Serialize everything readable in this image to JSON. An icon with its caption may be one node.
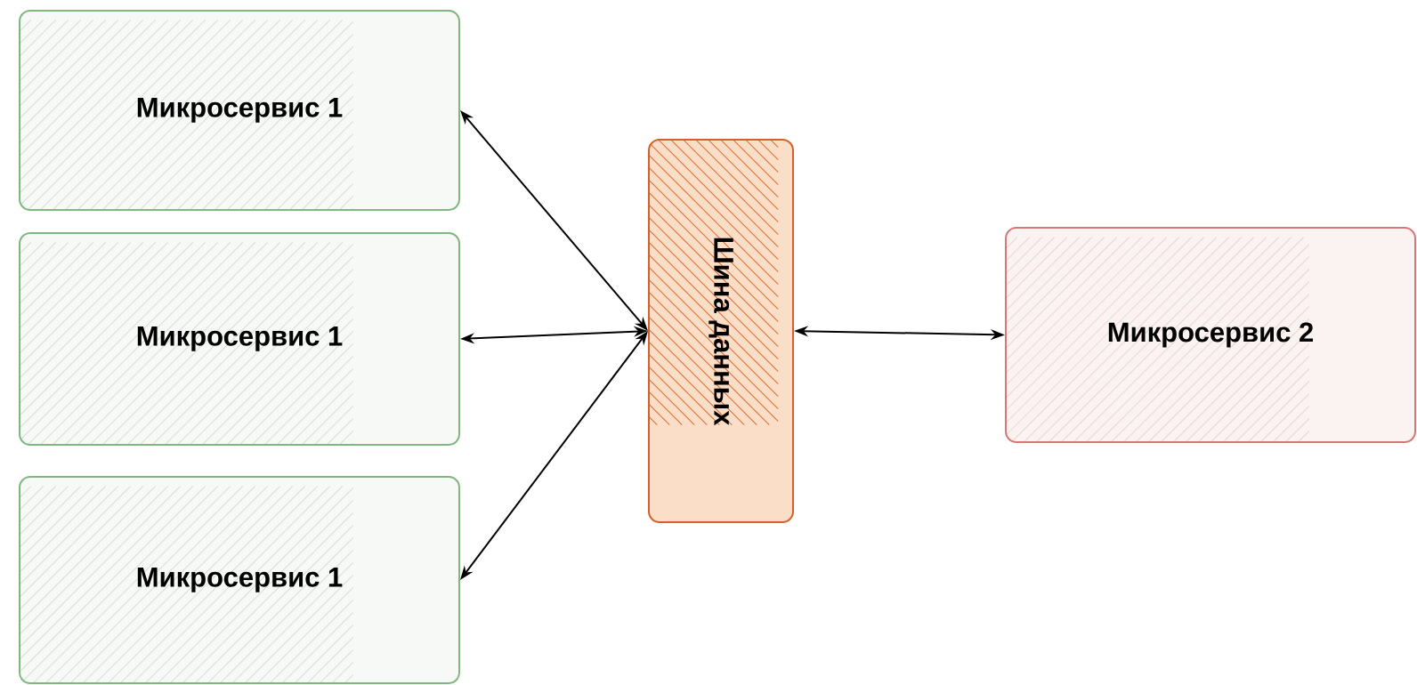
{
  "diagram": {
    "nodes": [
      {
        "text": [
          "Микросервис 1"
        ]
      },
      {
        "text": [
          "Микросервис 1"
        ]
      },
      {
        "text": [
          "Микросервис 1"
        ]
      },
      {
        "text": [
          "Шина данных"
        ]
      },
      {
        "text": [
          "Микросервис 2"
        ]
      }
    ],
    "edges": [
      {
        "from": 3,
        "to": 0,
        "arrow": "both"
      },
      {
        "from": 3,
        "to": 1,
        "arrow": "both"
      },
      {
        "from": 3,
        "to": 2,
        "arrow": "both"
      },
      {
        "from": 3,
        "to": 4,
        "arrow": "both"
      }
    ]
  }
}
